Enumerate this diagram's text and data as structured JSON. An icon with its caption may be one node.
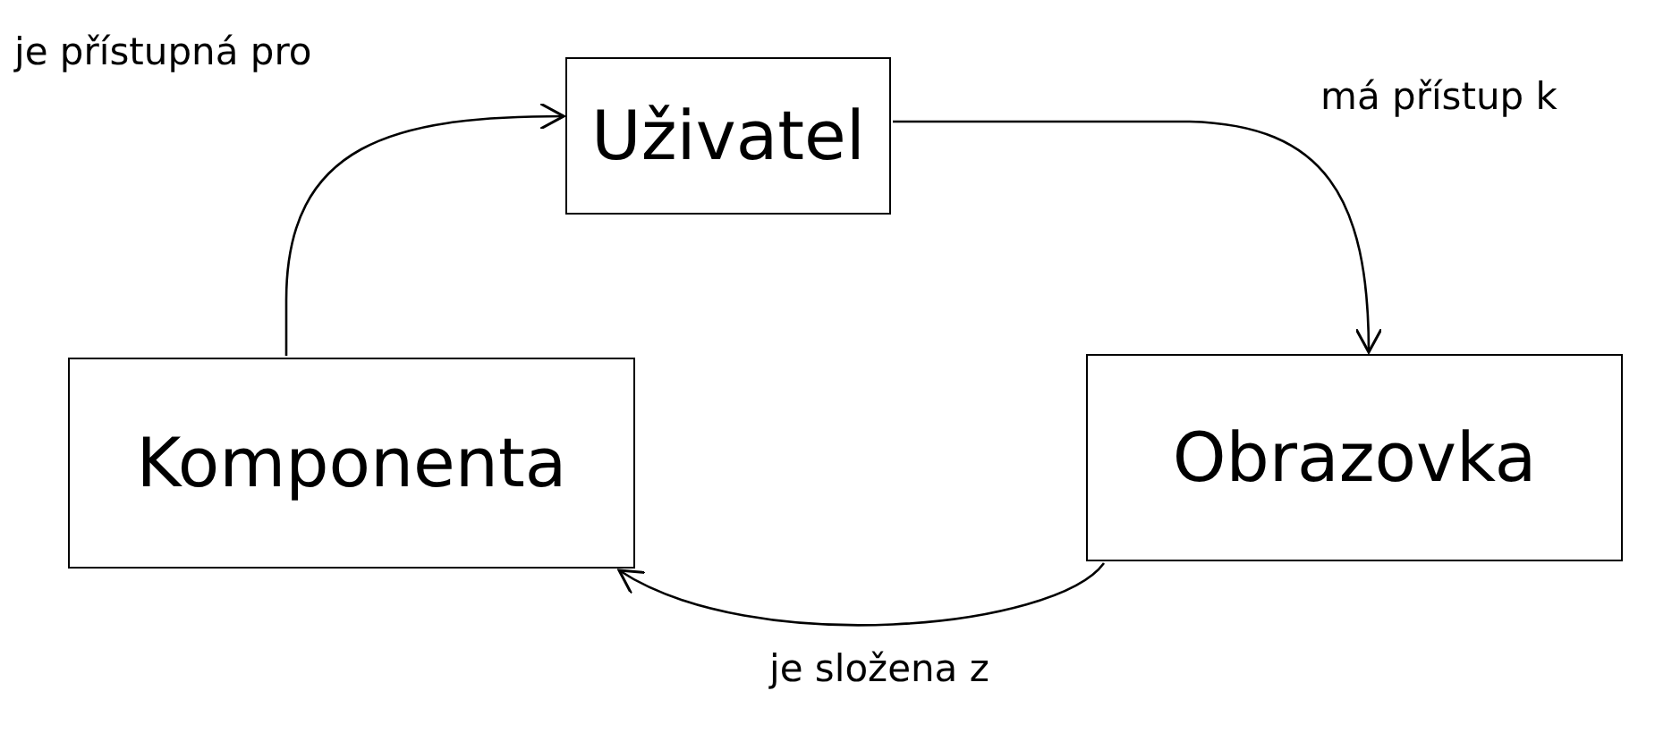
{
  "diagram": {
    "nodes": [
      {
        "text": [
          "Uživatel"
        ]
      },
      {
        "text": [
          "Komponenta"
        ]
      },
      {
        "text": [
          "Obrazovka"
        ]
      }
    ],
    "edges": [
      {
        "from": 0,
        "to": 2,
        "arrow": "to",
        "label": "má přístup k"
      },
      {
        "from": 2,
        "to": 1,
        "arrow": "to",
        "label": "je složena z"
      },
      {
        "from": 1,
        "to": 0,
        "arrow": "to",
        "label": "je přístupná pro"
      }
    ]
  }
}
